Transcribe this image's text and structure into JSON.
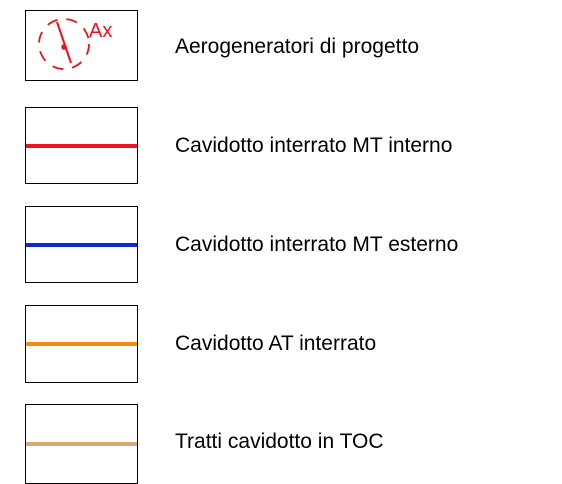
{
  "legend": {
    "items": [
      {
        "label": "Aerogeneratori di progetto",
        "symbol": "turbine",
        "tag": "Ax",
        "color": "#e8131f"
      },
      {
        "label": "Cavidotto interrato MT interno",
        "symbol": "line",
        "color": "#f0131a"
      },
      {
        "label": "Cavidotto interrato MT esterno",
        "symbol": "line",
        "color": "#1522d6"
      },
      {
        "label": "Cavidotto AT interrato",
        "symbol": "line",
        "color": "#f58a14"
      },
      {
        "label": "Tratti cavidotto in TOC",
        "symbol": "line",
        "color": "#d6a878"
      }
    ]
  }
}
